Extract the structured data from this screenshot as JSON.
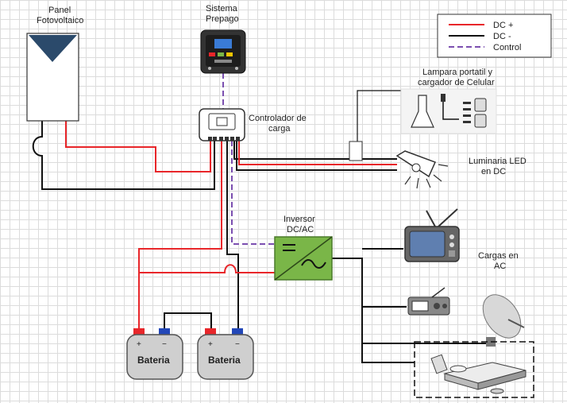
{
  "labels": {
    "panel_l1": "Panel",
    "panel_l2": "Fotovoltaico",
    "prepago_l1": "Sistema",
    "prepago_l2": "Prepago",
    "controller_l1": "Controlador de",
    "controller_l2": "carga",
    "lamp_l1": "Lampara portatil y",
    "lamp_l2": "cargador de Celular",
    "led_l1": "Luminaria LED",
    "led_l2": "en DC",
    "inverter_l1": "Inversor",
    "inverter_l2": "DC/AC",
    "ac_l1": "Cargas en",
    "ac_l2": "AC",
    "battery1": "Bateria",
    "battery2": "Bateria"
  },
  "legend": {
    "dc_pos": "DC +",
    "dc_neg": "DC -",
    "control": "Control"
  },
  "colors": {
    "dc_pos": "#e8262a",
    "dc_neg": "#111111",
    "control": "#7b4fb0",
    "inverter": "#7ab648",
    "panel_triangle": "#2b4a6b"
  }
}
